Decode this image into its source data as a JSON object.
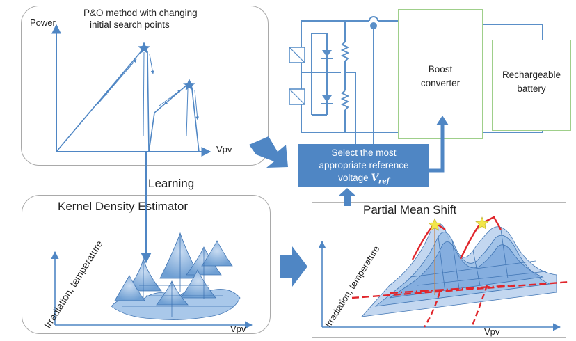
{
  "po_panel": {
    "y_axis_label": "Power",
    "title_line1": "P&O method with changing",
    "title_line2": "initial search points",
    "x_axis_label": "Vpv"
  },
  "learning_label": "Learning",
  "kde_panel": {
    "title": "Kernel Density Estimator",
    "y_axis_label": "Irradiation, temperature",
    "x_axis_label": "Vpv"
  },
  "pms_panel": {
    "title": "Partial Mean Shift",
    "y_axis_label": "Irradiation, temperature",
    "x_axis_label": "Vpv"
  },
  "boost_converter": {
    "line1": "Boost",
    "line2": "converter"
  },
  "battery": {
    "line1": "Rechargeable",
    "line2": "battery"
  },
  "select_box": {
    "line1": "Select the most",
    "line2": "appropriate reference",
    "line3_prefix": "voltage ",
    "vref_symbol": "V",
    "vref_subscript": "ref"
  },
  "colors": {
    "accent_blue": "#4f86c4",
    "circuit_blue": "#5a8fc8",
    "green_border": "#9fcf8a",
    "red_path": "#e0262c",
    "star_yellow": "#f2e64a",
    "surface_fill": "#9cbfe6"
  },
  "icons": [
    "pv-module-icon",
    "diode-icon",
    "resistor-icon",
    "current-sensor-icon",
    "star-icon"
  ]
}
